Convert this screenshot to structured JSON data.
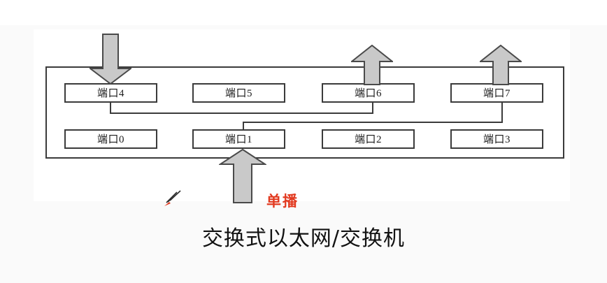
{
  "figure": {
    "caption": "交换式以太网/交换机",
    "unicast_label": "单播",
    "chassis_name": "switch-chassis",
    "colors": {
      "line": "#3b3b3b",
      "arrow_fill": "#c9c9c9",
      "arrow_stroke": "#4a4a4a",
      "unicast_text": "#e23a20",
      "caption_text": "#121212",
      "page_background": "#fafafa",
      "figure_background": "#ffffff"
    },
    "ports_top": [
      {
        "label": "端口4",
        "name": "port-4"
      },
      {
        "label": "端口5",
        "name": "port-5"
      },
      {
        "label": "端口6",
        "name": "port-6"
      },
      {
        "label": "端口7",
        "name": "port-7"
      }
    ],
    "ports_bottom": [
      {
        "label": "端口0",
        "name": "port-0"
      },
      {
        "label": "端口1",
        "name": "port-1"
      },
      {
        "label": "端口2",
        "name": "port-2"
      },
      {
        "label": "端口3",
        "name": "port-3"
      }
    ],
    "arrows": [
      {
        "name": "inbound-arrow-port-4",
        "direction": "down",
        "attached_port": "端口4"
      },
      {
        "name": "outbound-arrow-port-6",
        "direction": "up",
        "attached_port": "端口6"
      },
      {
        "name": "outbound-arrow-port-7",
        "direction": "up",
        "attached_port": "端口7"
      },
      {
        "name": "inbound-arrow-port-1",
        "direction": "up",
        "attached_port": "端口1"
      }
    ],
    "pen_cursor": "pen-icon"
  }
}
